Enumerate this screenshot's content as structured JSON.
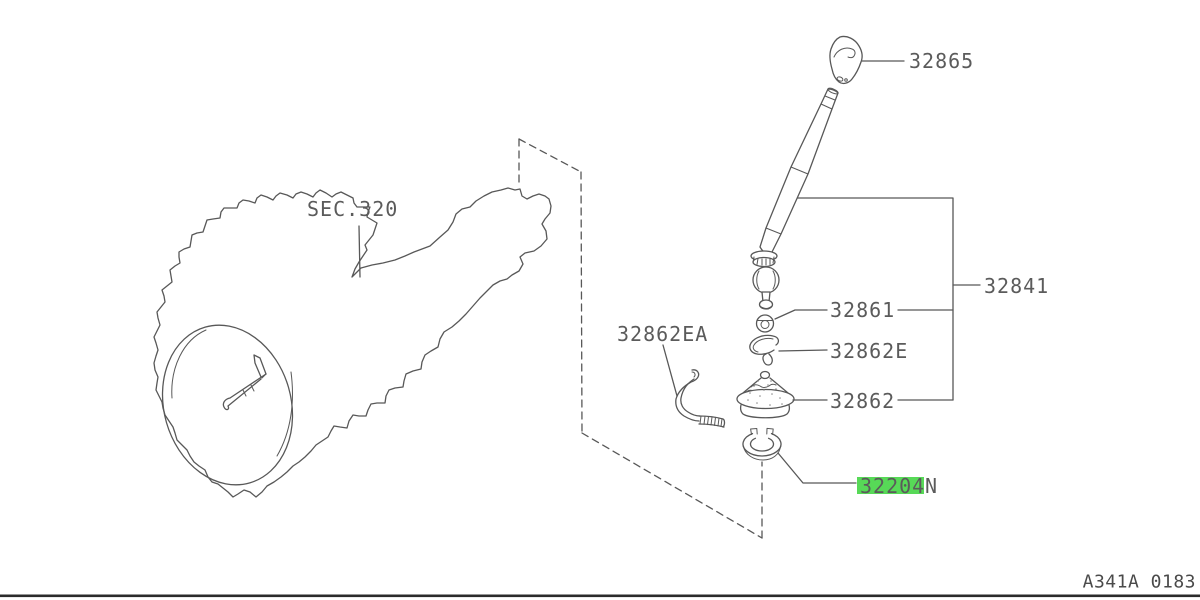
{
  "page": {
    "background": "#ffffff"
  },
  "diagram": {
    "section_label": "SEC.320",
    "code": "A341A 0183",
    "highlight_color": "#57d957",
    "line_color": "#585858",
    "labels": {
      "knob": "32865",
      "lever_assembly": "32841",
      "bushing": "32861",
      "clip": "32862E",
      "boot": "32862",
      "strap": "32862EA",
      "snap_ring": "32204",
      "snap_ring_suffix": "N"
    }
  }
}
